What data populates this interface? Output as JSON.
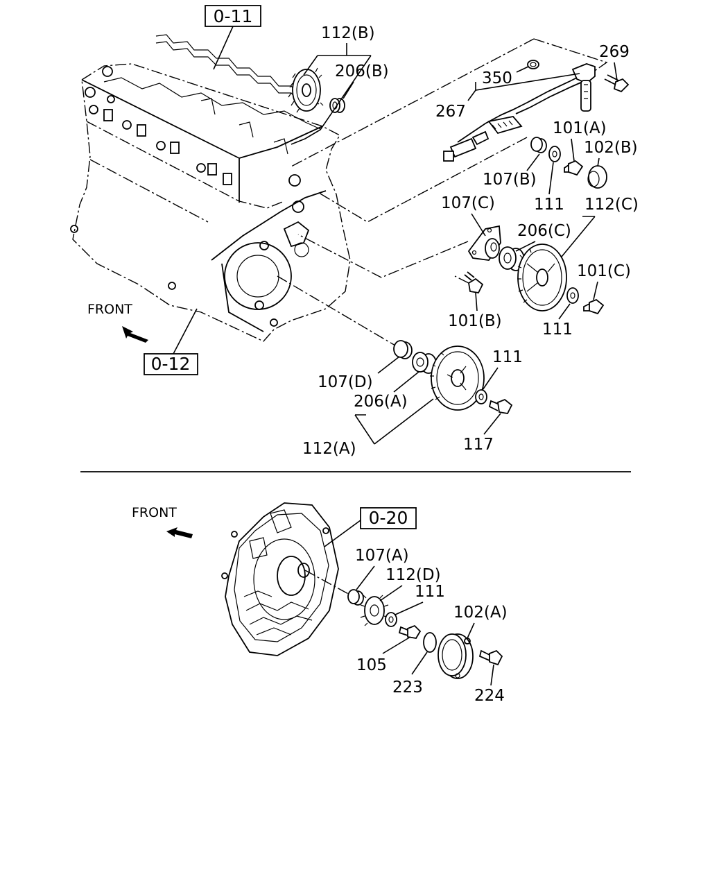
{
  "diagram": {
    "top_section": {
      "ref_boxes": [
        "0-11",
        "0-12"
      ],
      "front_label": "FRONT",
      "labels": {
        "p112B": "112(B)",
        "p206B": "206(B)",
        "p269": "269",
        "p350": "350",
        "p267": "267",
        "p101A": "101(A)",
        "p102B": "102(B)",
        "p107B": "107(B)",
        "p111_a": "111",
        "p107C": "107(C)",
        "p112C": "112(C)",
        "p206C": "206(C)",
        "p101C": "101(C)",
        "p101B": "101(B)",
        "p111_b": "111",
        "p107D": "107(D)",
        "p206A": "206(A)",
        "p112A": "112(A)",
        "p111_c": "111",
        "p117": "117"
      }
    },
    "bottom_section": {
      "ref_box": "0-20",
      "front_label": "FRONT",
      "labels": {
        "p107A": "107(A)",
        "p112D": "112(D)",
        "p111": "111",
        "p102A": "102(A)",
        "p105": "105",
        "p223": "223",
        "p224": "224"
      }
    }
  }
}
